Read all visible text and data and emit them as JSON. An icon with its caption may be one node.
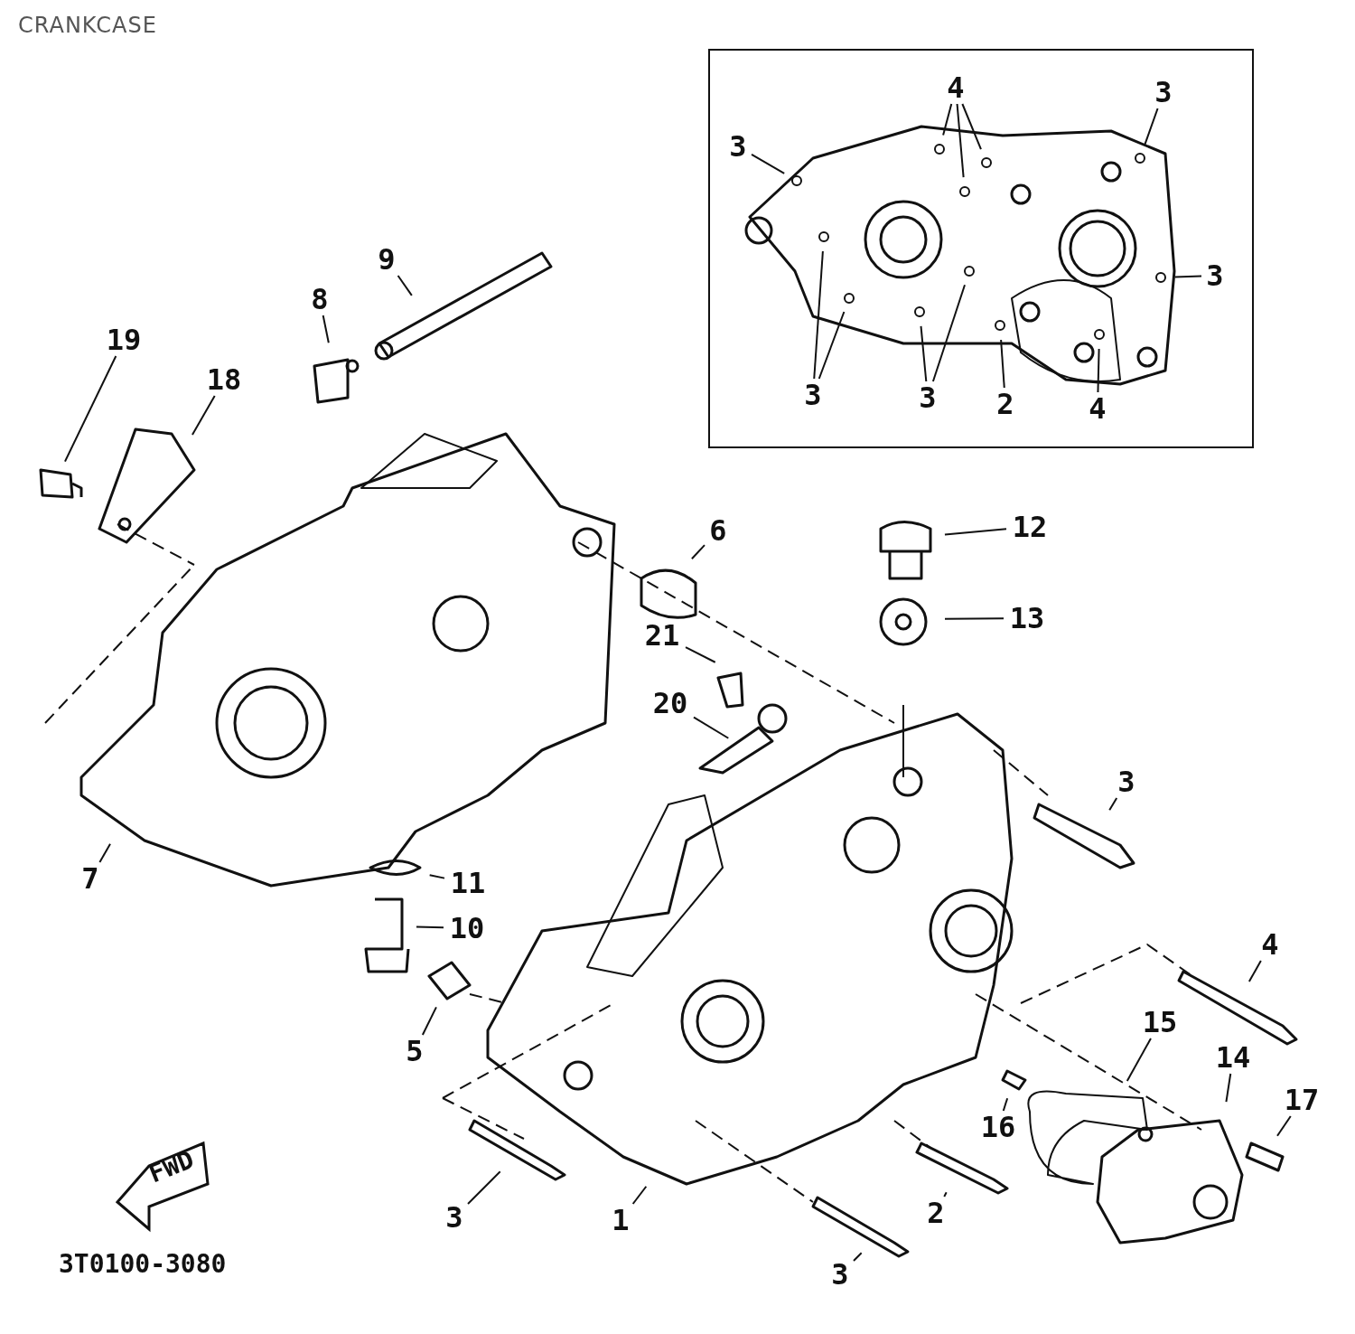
{
  "diagram": {
    "title": "CRANKCASE",
    "nodes": [
      {
        "text": [
          "4"
        ]
      },
      {
        "text": [
          "3"
        ]
      },
      {
        "text": [
          "3"
        ]
      },
      {
        "text": [
          "3"
        ]
      },
      {
        "text": [
          "3"
        ]
      },
      {
        "text": [
          "3"
        ]
      },
      {
        "text": [
          "2"
        ]
      },
      {
        "text": [
          "4"
        ]
      },
      {
        "text": [
          "9"
        ]
      },
      {
        "text": [
          "8"
        ]
      },
      {
        "text": [
          "19"
        ]
      },
      {
        "text": [
          "18"
        ]
      },
      {
        "text": [
          "6"
        ]
      },
      {
        "text": [
          "12"
        ]
      },
      {
        "text": [
          "13"
        ]
      },
      {
        "text": [
          "21"
        ]
      },
      {
        "text": [
          "20"
        ]
      },
      {
        "text": [
          "3"
        ]
      },
      {
        "text": [
          "7"
        ]
      },
      {
        "text": [
          "11"
        ]
      },
      {
        "text": [
          "10"
        ]
      },
      {
        "text": [
          "4"
        ]
      },
      {
        "text": [
          "5"
        ]
      },
      {
        "text": [
          "15"
        ]
      },
      {
        "text": [
          "14"
        ]
      },
      {
        "text": [
          "17"
        ]
      },
      {
        "text": [
          "16"
        ]
      },
      {
        "text": [
          "3"
        ]
      },
      {
        "text": [
          "1"
        ]
      },
      {
        "text": [
          "2"
        ]
      },
      {
        "text": [
          "3"
        ]
      }
    ],
    "edges": [
      {
        "from": 0,
        "to": null,
        "arrow": "none"
      },
      {
        "from": 0,
        "to": null,
        "arrow": "none"
      },
      {
        "from": 0,
        "to": null,
        "arrow": "none"
      },
      {
        "from": 1,
        "to": null,
        "arrow": "none"
      },
      {
        "from": 2,
        "to": null,
        "arrow": "none"
      },
      {
        "from": 3,
        "to": null,
        "arrow": "none"
      },
      {
        "from": 4,
        "to": null,
        "arrow": "none"
      },
      {
        "from": 4,
        "to": null,
        "arrow": "none"
      },
      {
        "from": 5,
        "to": null,
        "arrow": "none"
      },
      {
        "from": 5,
        "to": null,
        "arrow": "none"
      },
      {
        "from": 6,
        "to": null,
        "arrow": "none"
      },
      {
        "from": 7,
        "to": null,
        "arrow": "none"
      },
      {
        "from": 8,
        "to": null,
        "arrow": "none"
      },
      {
        "from": 9,
        "to": null,
        "arrow": "none"
      },
      {
        "from": 10,
        "to": null,
        "arrow": "none"
      },
      {
        "from": 11,
        "to": null,
        "arrow": "none"
      },
      {
        "from": 12,
        "to": null,
        "arrow": "none"
      },
      {
        "from": 13,
        "to": null,
        "arrow": "none"
      },
      {
        "from": 14,
        "to": null,
        "arrow": "none"
      },
      {
        "from": 15,
        "to": null,
        "arrow": "none"
      },
      {
        "from": 16,
        "to": null,
        "arrow": "none"
      },
      {
        "from": 17,
        "to": null,
        "arrow": "none"
      },
      {
        "from": 18,
        "to": null,
        "arrow": "none"
      },
      {
        "from": 19,
        "to": null,
        "arrow": "none"
      },
      {
        "from": 20,
        "to": null,
        "arrow": "none"
      },
      {
        "from": 21,
        "to": null,
        "arrow": "none"
      },
      {
        "from": 22,
        "to": null,
        "arrow": "none"
      },
      {
        "from": 23,
        "to": null,
        "arrow": "none"
      },
      {
        "from": 24,
        "to": null,
        "arrow": "none"
      },
      {
        "from": 25,
        "to": null,
        "arrow": "none"
      },
      {
        "from": 26,
        "to": null,
        "arrow": "none"
      },
      {
        "from": 27,
        "to": null,
        "arrow": "none"
      },
      {
        "from": 28,
        "to": null,
        "arrow": "none"
      },
      {
        "from": 29,
        "to": null,
        "arrow": "none"
      },
      {
        "from": 30,
        "to": null,
        "arrow": "none"
      }
    ],
    "labels": [
      "FWD",
      "3T0100-3080"
    ]
  }
}
